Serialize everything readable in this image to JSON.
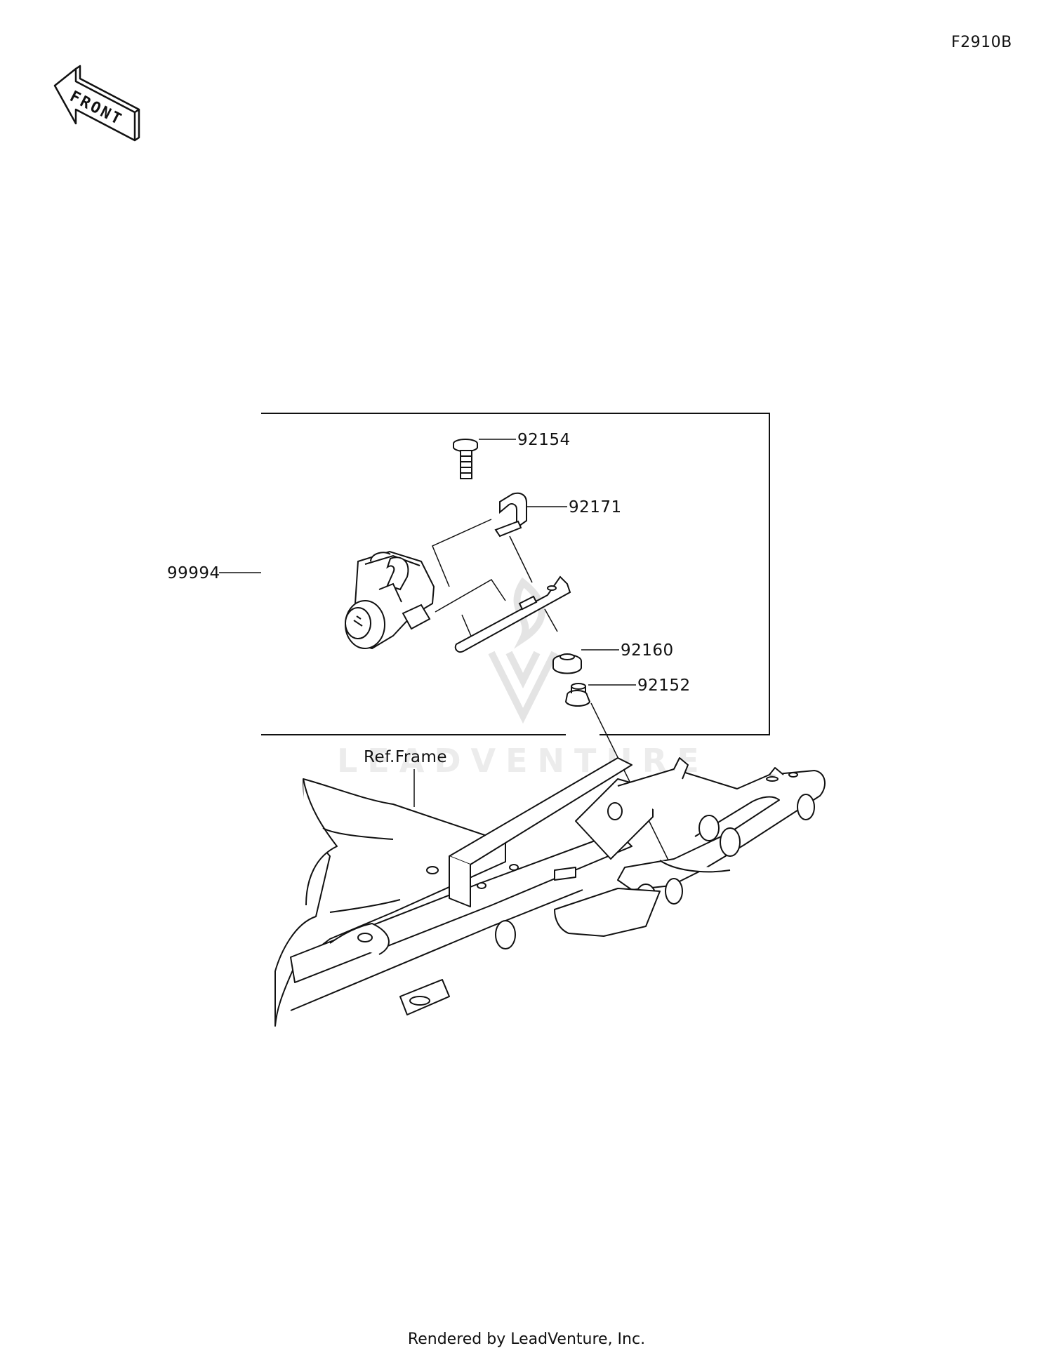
{
  "figure_code": "F2910B",
  "front_arrow": {
    "text": "FRONT",
    "icon": "front-direction-arrow-icon"
  },
  "watermark": {
    "brand": "LEADVENTURE"
  },
  "parts": [
    {
      "number": "92154"
    },
    {
      "number": "92171"
    },
    {
      "number": "99994"
    },
    {
      "number": "92160"
    },
    {
      "number": "92152"
    }
  ],
  "reference": {
    "label": "Ref.Frame"
  },
  "footer": {
    "text": "Rendered by LeadVenture, Inc."
  },
  "colors": {
    "line": "#111111",
    "background": "#ffffff",
    "watermark": "#e6e6e6"
  }
}
